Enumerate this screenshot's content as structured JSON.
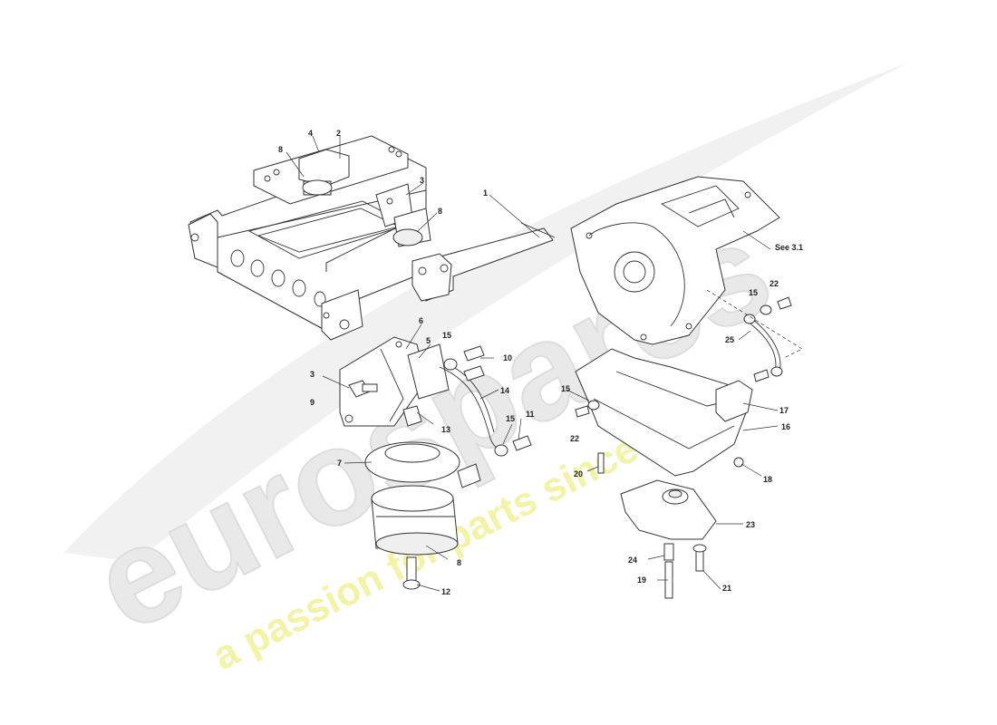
{
  "watermark": {
    "brand": "eurospares",
    "tagline": "a passion for parts since 1985",
    "brand_color": "#e6e6e6",
    "tagline_color": "#f2f29a"
  },
  "callouts": [
    {
      "id": "c1",
      "label": "1"
    },
    {
      "id": "c2",
      "label": "2"
    },
    {
      "id": "c3a",
      "label": "3"
    },
    {
      "id": "c3b",
      "label": "3"
    },
    {
      "id": "c4",
      "label": "4"
    },
    {
      "id": "c5",
      "label": "5"
    },
    {
      "id": "c6",
      "label": "6"
    },
    {
      "id": "c7",
      "label": "7"
    },
    {
      "id": "c8a",
      "label": "8"
    },
    {
      "id": "c8b",
      "label": "8"
    },
    {
      "id": "c8c",
      "label": "8"
    },
    {
      "id": "c9",
      "label": "9"
    },
    {
      "id": "c10",
      "label": "10"
    },
    {
      "id": "c11",
      "label": "11"
    },
    {
      "id": "c12",
      "label": "12"
    },
    {
      "id": "c13",
      "label": "13"
    },
    {
      "id": "c14",
      "label": "14"
    },
    {
      "id": "c15a",
      "label": "15"
    },
    {
      "id": "c15b",
      "label": "15"
    },
    {
      "id": "c15c",
      "label": "15"
    },
    {
      "id": "c15d",
      "label": "15"
    },
    {
      "id": "c16",
      "label": "16"
    },
    {
      "id": "c17",
      "label": "17"
    },
    {
      "id": "c18",
      "label": "18"
    },
    {
      "id": "c19",
      "label": "19"
    },
    {
      "id": "c20",
      "label": "20"
    },
    {
      "id": "c21",
      "label": "21"
    },
    {
      "id": "c22a",
      "label": "22"
    },
    {
      "id": "c22b",
      "label": "22"
    },
    {
      "id": "c23",
      "label": "23"
    },
    {
      "id": "c24",
      "label": "24"
    },
    {
      "id": "c25",
      "label": "25"
    },
    {
      "id": "see",
      "label": "See 3.1"
    }
  ]
}
